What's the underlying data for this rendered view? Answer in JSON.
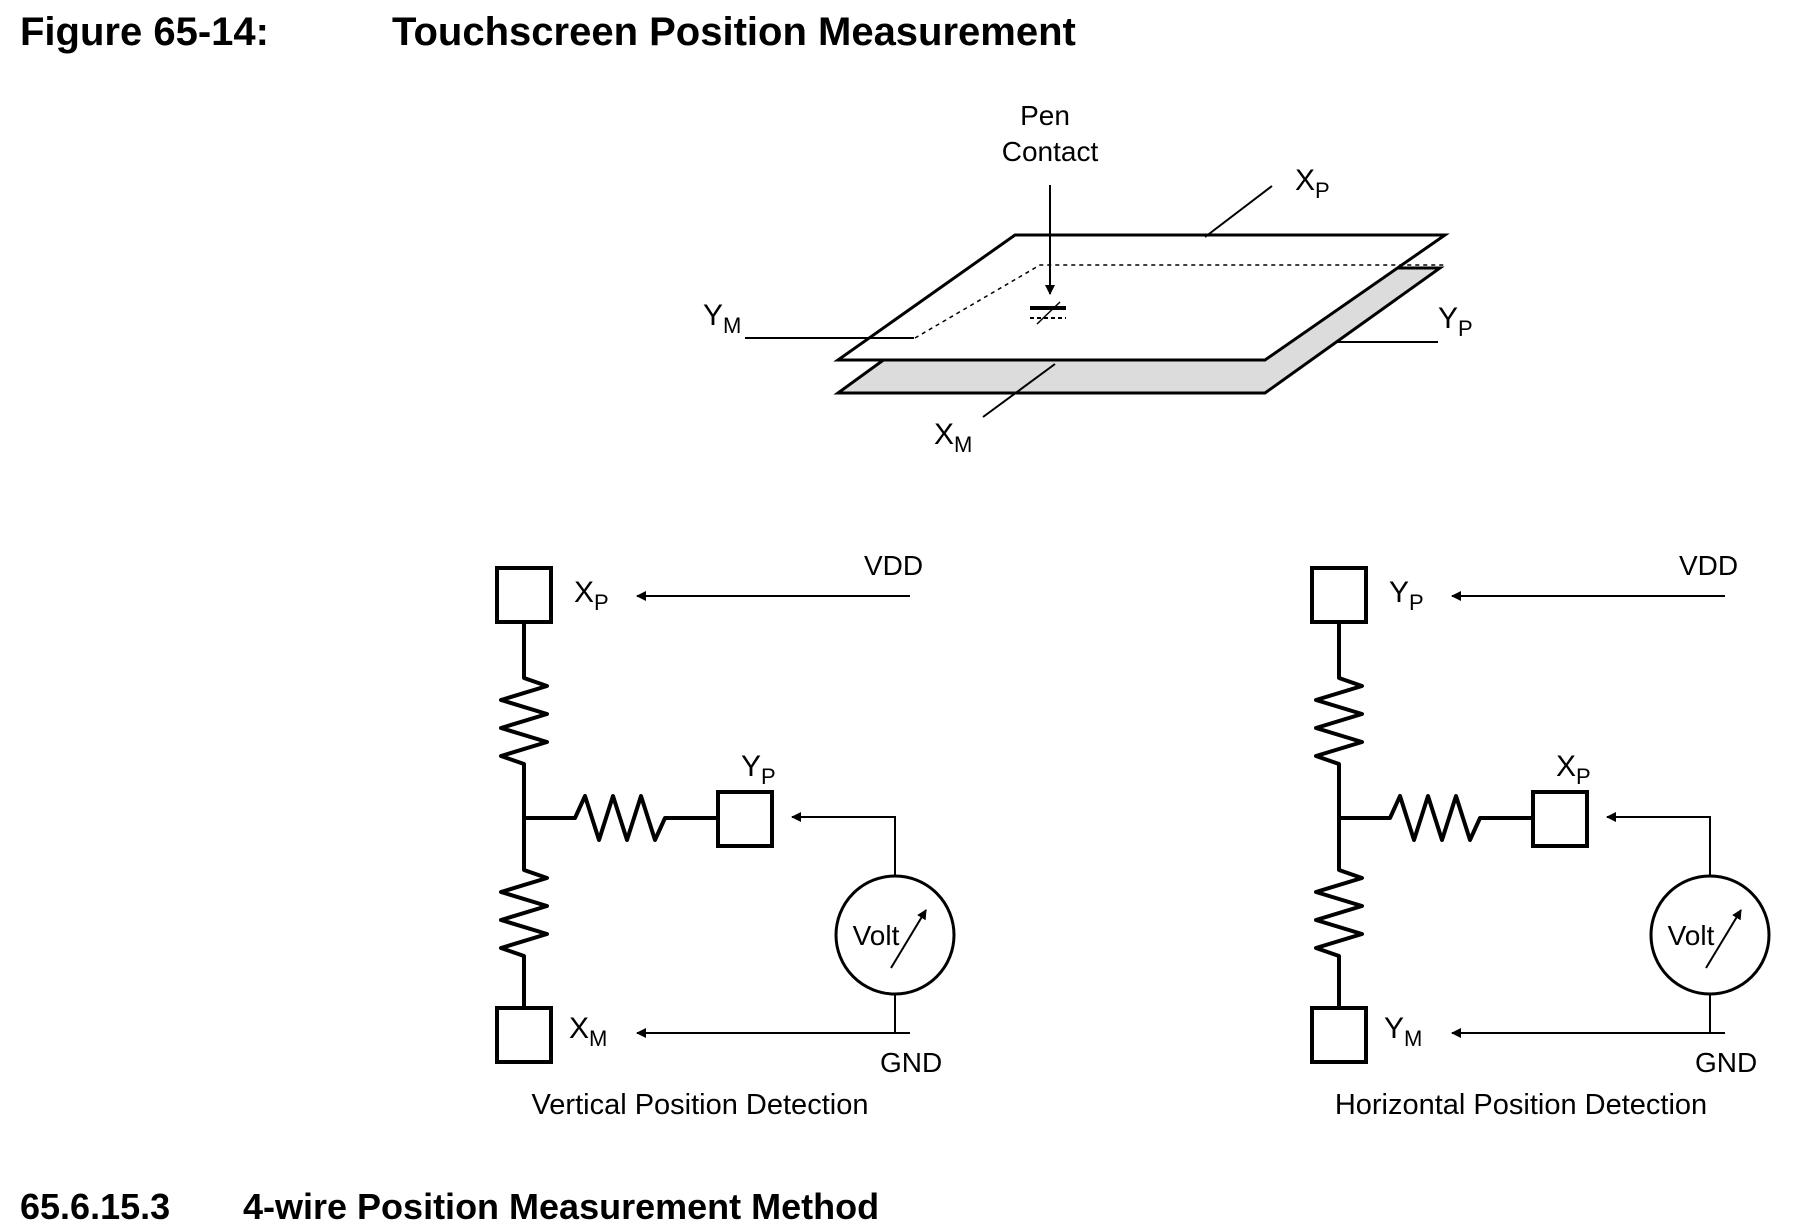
{
  "figure": {
    "number": "Figure 65-14:",
    "title": "Touchscreen Position Measurement"
  },
  "touchscreen": {
    "pen_contact_line1": "Pen",
    "pen_contact_line2": "Contact",
    "labels": {
      "xp": {
        "main": "X",
        "sub": "P"
      },
      "ym": {
        "main": "Y",
        "sub": "M"
      },
      "yp": {
        "main": "Y",
        "sub": "P"
      },
      "xm": {
        "main": "X",
        "sub": "M"
      }
    },
    "bottom_layer_fill": "#dcdcdc"
  },
  "circuits": [
    {
      "caption": "Vertical Position Detection",
      "supply": "VDD",
      "ground": "GND",
      "meter": "Volt",
      "top_terminal": {
        "main": "X",
        "sub": "P"
      },
      "bottom_terminal": {
        "main": "X",
        "sub": "M"
      },
      "sense_terminal": {
        "main": "Y",
        "sub": "P"
      }
    },
    {
      "caption": "Horizontal Position Detection",
      "supply": "VDD",
      "ground": "GND",
      "meter": "Volt",
      "top_terminal": {
        "main": "Y",
        "sub": "P"
      },
      "bottom_terminal": {
        "main": "Y",
        "sub": "M"
      },
      "sense_terminal": {
        "main": "X",
        "sub": "P"
      }
    }
  ],
  "section": {
    "number": "65.6.15.3",
    "title": "4-wire Position Measurement Method"
  }
}
